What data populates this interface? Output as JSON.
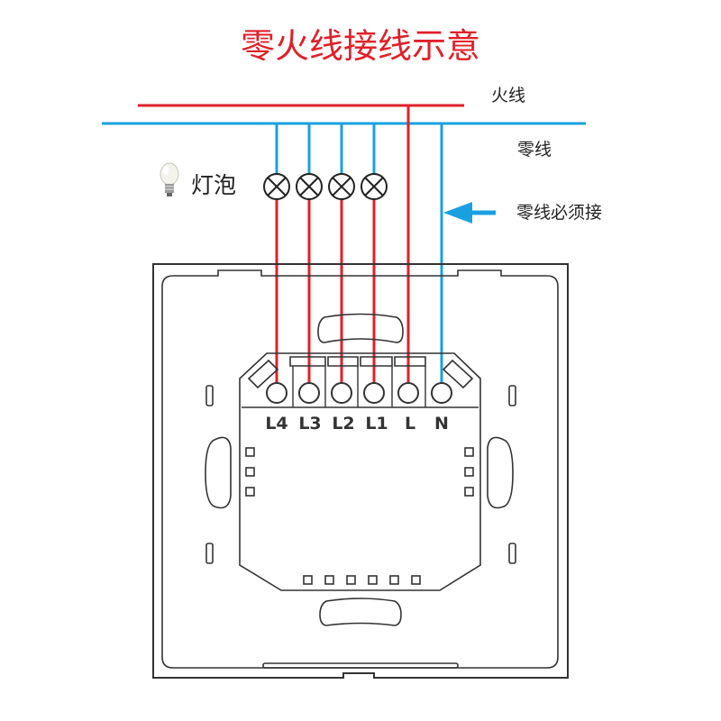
{
  "title": "零火线接线示意",
  "labels": {
    "live_line": "火线",
    "neutral_line": "零线",
    "bulb": "灯泡",
    "neutral_required": "零线必须接"
  },
  "terminals": [
    "L4",
    "L3",
    "L2",
    "L1",
    "L",
    "N"
  ],
  "colors": {
    "title": "#e0202a",
    "live_wire": "#e0202a",
    "neutral_wire": "#1aa0e0",
    "outline": "#333333"
  },
  "icons": {
    "bulb": "light-bulb-icon",
    "lamp": "lamp-cross-symbol-icon",
    "arrow": "left-arrow-icon"
  }
}
